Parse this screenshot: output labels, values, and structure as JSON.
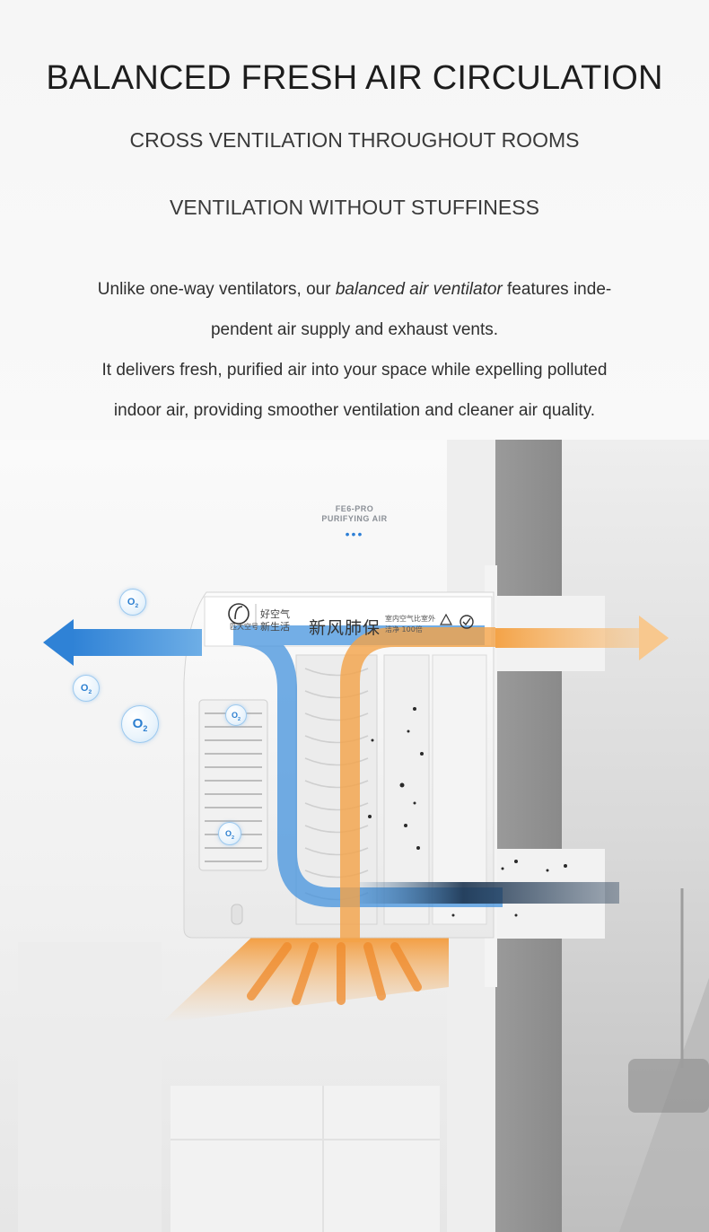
{
  "header": {
    "title": "BALANCED FRESH AIR CIRCULATION",
    "subtitle_1": "CROSS VENTILATION THROUGHOUT ROOMS",
    "subtitle_2": "VENTILATION WITHOUT STUFFINESS"
  },
  "description": {
    "line1_before": "Unlike one-way ventilators, our ",
    "line1_emphasis": "balanced air ventilator",
    "line1_after": " features inde-",
    "line2": "pendent air supply and exhaust vents.",
    "line3": "It delivers fresh, purified air into your space while expelling polluted",
    "line4": "indoor air, providing smoother ventilation and cleaner air quality."
  },
  "illustration": {
    "model_name": "FE6-PRO",
    "model_caption": "PURIFYING AIR",
    "o2_label": "O",
    "o2_subscript": "2",
    "unit_company": "匹大空号",
    "unit_slogan_1": "好空气",
    "unit_slogan_2": "新生活",
    "unit_brand": "新风肺保",
    "unit_spec_1": "室内空气比室外",
    "unit_spec_2": "洁净 100倍",
    "colors": {
      "fresh_air": "#3d8fdc",
      "exhaust_air": "#f4a347",
      "polluted_air": "#1f3d5c",
      "wall": "#8f8f8f"
    }
  }
}
